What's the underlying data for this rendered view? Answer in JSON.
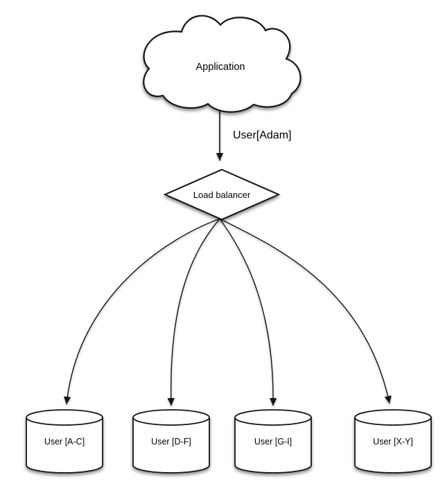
{
  "diagram": {
    "background_color": "#ffffff",
    "shape_fill": "#ffffff",
    "line_color": "#141414",
    "nodes": {
      "application": {
        "label": "Application",
        "shape": "cloud"
      },
      "load_balancer": {
        "label": "Load balancer",
        "shape": "diamond"
      },
      "shards": [
        {
          "label": "User [A-C]",
          "shape": "cylinder"
        },
        {
          "label": "User [D-F]",
          "shape": "cylinder"
        },
        {
          "label": "User [G-I]",
          "shape": "cylinder"
        },
        {
          "label": "User [X-Y]",
          "shape": "cylinder"
        }
      ]
    },
    "edges": {
      "app_to_lb_label": "User[Adam]"
    }
  }
}
